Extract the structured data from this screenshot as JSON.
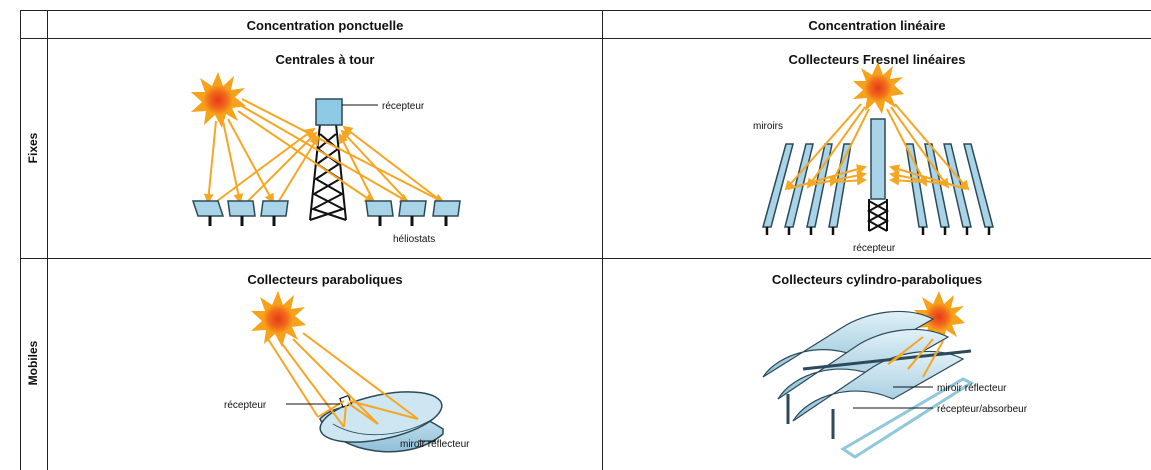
{
  "table": {
    "columns": [
      "Concentration ponctuelle",
      "Concentration linéaire"
    ],
    "rows": [
      "Fixes",
      "Mobiles"
    ]
  },
  "cells": {
    "tower": {
      "title": "Centrales à tour",
      "labels": {
        "receiver": "récepteur",
        "heliostats": "héliostats"
      }
    },
    "fresnel": {
      "title": "Collecteurs Fresnel linéaires",
      "labels": {
        "mirrors": "miroirs",
        "receiver": "récepteur"
      }
    },
    "dish": {
      "title": "Collecteurs paraboliques",
      "labels": {
        "receiver": "récepteur",
        "mirror": "miroir réflecteur"
      }
    },
    "trough": {
      "title": "Collecteurs cylindro-paraboliques",
      "labels": {
        "mirror": "miroir réflecteur",
        "receiver": "récepteur/absorbeur"
      }
    }
  },
  "colors": {
    "sun_core": "#e53a1a",
    "sun_ray": "#f7a21b",
    "light_ray": "#f5a623",
    "mirror_fill": "#a9d3e6",
    "mirror_stroke": "#2b4a5a",
    "grid": "#222222"
  }
}
